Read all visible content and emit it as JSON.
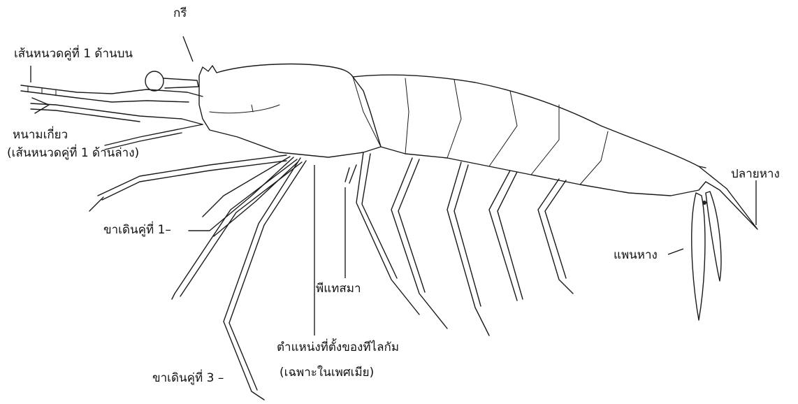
{
  "labels": {
    "rostrum": "กรี",
    "upper_antennule": "เส้นหนวดคู่ที่ 1 ด้านบน",
    "lower_antennule_1": "หนามเกี่ยว",
    "lower_antennule_2": "(เส้นหนวดคู่ที่ 1 ด้านล่าง)",
    "walking_leg_1": "ขาเดินคู่ที่ 1–",
    "walking_leg_3": "ขาเดินคู่ที่ 3 –",
    "petasma": "พีแทสมา",
    "thelycum_1": "ตำแหน่งที่ตั้งของทีไลกัม",
    "thelycum_2": "(เฉพาะในเพศเมีย)",
    "uropod": "แพนหาง",
    "telson": "ปลายหาง"
  }
}
